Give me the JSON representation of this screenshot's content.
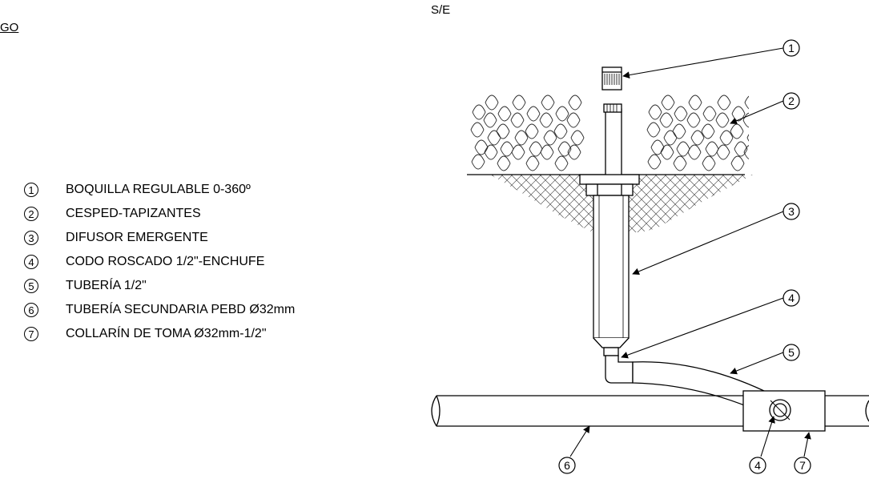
{
  "header": {
    "fragment": "GO",
    "scale_label": "S/E"
  },
  "legend": {
    "items": [
      {
        "num": "1",
        "text": "BOQUILLA REGULABLE 0-360º"
      },
      {
        "num": "2",
        "text": "CESPED-TAPIZANTES"
      },
      {
        "num": "3",
        "text": "DIFUSOR EMERGENTE"
      },
      {
        "num": "4",
        "text": "CODO ROSCADO 1/2\"-ENCHUFE"
      },
      {
        "num": "5",
        "text": "TUBERÍA 1/2\""
      },
      {
        "num": "6",
        "text": "TUBERÍA SECUNDARIA PEBD Ø32mm"
      },
      {
        "num": "7",
        "text": "COLLARÍN DE TOMA Ø32mm-1/2\""
      }
    ]
  },
  "callouts": [
    {
      "num": "1"
    },
    {
      "num": "2"
    },
    {
      "num": "3"
    },
    {
      "num": "4"
    },
    {
      "num": "5"
    },
    {
      "num": "6"
    },
    {
      "num": "4"
    },
    {
      "num": "7"
    }
  ],
  "colors": {
    "line": "#000000",
    "background": "#ffffff"
  }
}
